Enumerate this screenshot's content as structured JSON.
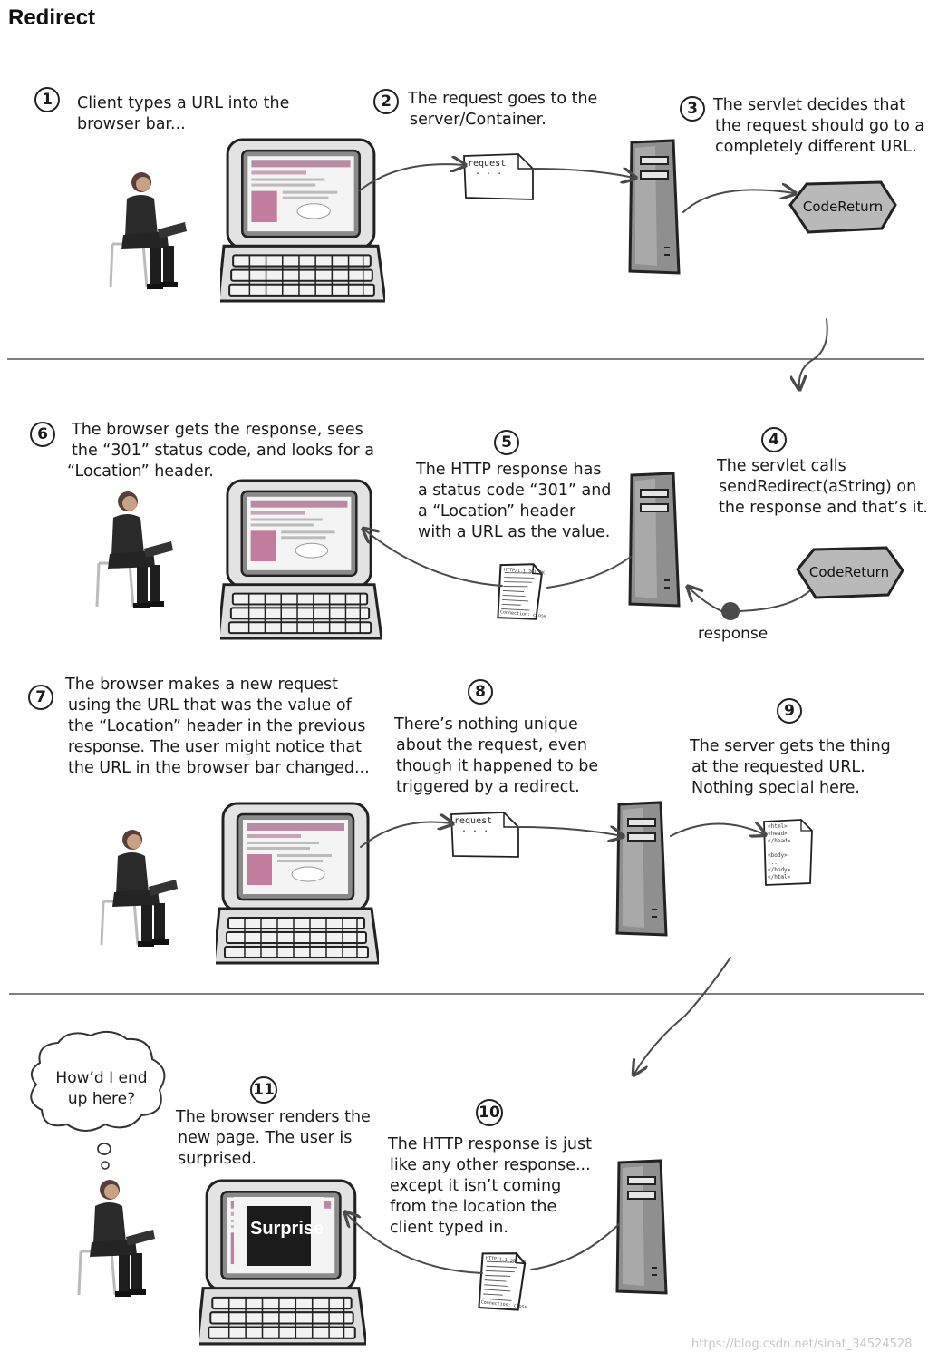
{
  "title": "Redirect",
  "steps": [
    {
      "num": "1",
      "lines": [
        "Client types a URL into the",
        "browser bar..."
      ]
    },
    {
      "num": "2",
      "lines": [
        "The request goes to the",
        "server/Container."
      ]
    },
    {
      "num": "3",
      "lines": [
        "The servlet decides that",
        "the request should go to a",
        "completely different URL."
      ]
    },
    {
      "num": "4",
      "lines": [
        "The servlet calls",
        "sendRedirect(aString) on",
        "the response and that’s it."
      ]
    },
    {
      "num": "5",
      "lines": [
        "The HTTP response has",
        "a status code “301” and",
        "a “Location” header",
        "with a URL as the value."
      ]
    },
    {
      "num": "6",
      "lines": [
        "The browser gets the response, sees",
        "the “301” status code, and looks for a",
        "“Location” header."
      ]
    },
    {
      "num": "7",
      "lines": [
        "The browser makes a new request",
        "using the URL that was the value of",
        "the “Location” header in the previous",
        "response. The user might notice that",
        "the URL in the browser bar changed..."
      ]
    },
    {
      "num": "8",
      "lines": [
        "There’s nothing unique",
        "about the request, even",
        "though it happened to be",
        "triggered by a redirect."
      ]
    },
    {
      "num": "9",
      "lines": [
        "The server gets the thing",
        "at the requested URL.",
        "Nothing special here."
      ]
    },
    {
      "num": "10",
      "lines": [
        "The HTTP response is just",
        "like any other response...",
        "except it isn’t coming",
        "from the location the",
        "client typed in."
      ]
    },
    {
      "num": "11",
      "lines": [
        "The browser renders the",
        "new page. The user is",
        "surprised."
      ]
    }
  ],
  "labels": {
    "request": "request",
    "ellipsis": ". . .",
    "code_return": "CodeReturn",
    "response": "response",
    "thought_line1": "How’d I end",
    "thought_line2": "up here?",
    "surprise": "Surprise",
    "watermark": "https://blog.csdn.net/sinat_34524528"
  },
  "http_doc_lines": [
    "HTTP/1.1 301 OK",
    "Set-cookie: name=...",
    "Content-Type: text/html",
    "Content-Length: 39",
    "Date: Wed, 19 Nov 2003",
    "03:25:40 GMT",
    "Server: Apache-",
    "Coyote/1.1",
    "Connection: close"
  ],
  "html_doc_lines": [
    "<html>",
    "<head>",
    "</head>",
    "",
    "<body>",
    "...",
    "</body>",
    "</html>"
  ]
}
